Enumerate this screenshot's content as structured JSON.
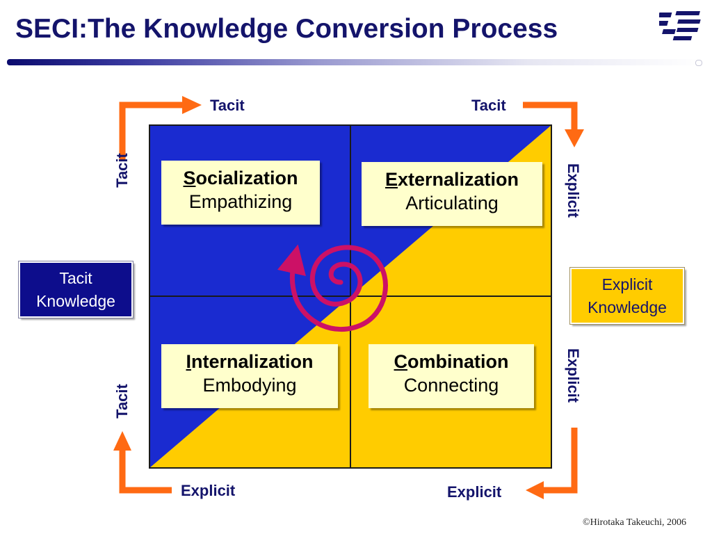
{
  "title": "SECI:The Knowledge Conversion Process",
  "quadrants": {
    "socialization": {
      "initial": "S",
      "rest": "ocialization",
      "subtitle": "Empathizing"
    },
    "externalization": {
      "initial": "E",
      "rest": "xternalization",
      "subtitle": "Articulating"
    },
    "internalization": {
      "initial": "I",
      "rest": "nternalization",
      "subtitle": "Embodying"
    },
    "combination": {
      "initial": "C",
      "rest": "ombination",
      "subtitle": "Connecting"
    }
  },
  "edge_labels": {
    "top_left": "Tacit",
    "top_right": "Tacit",
    "left_top": "Tacit",
    "left_bottom": "Tacit",
    "right_top": "Explicit",
    "right_bottom": "Explicit",
    "bottom_left": "Explicit",
    "bottom_right": "Explicit"
  },
  "side_boxes": {
    "tacit": {
      "line1": "Tacit",
      "line2": "Knowledge"
    },
    "explicit": {
      "line1": "Explicit",
      "line2": "Knowledge"
    }
  },
  "copyright": "©Hirotaka Takeuchi, 2006",
  "colors": {
    "tacit_blue": "#1a2bd0",
    "explicit_yellow": "#ffcc00",
    "arrow_orange": "#ff6a13",
    "spiral_magenta": "#cc1166",
    "title_navy": "#14146b"
  },
  "icons": [
    "logo-icon",
    "spiral-icon",
    "arrow-icon"
  ]
}
